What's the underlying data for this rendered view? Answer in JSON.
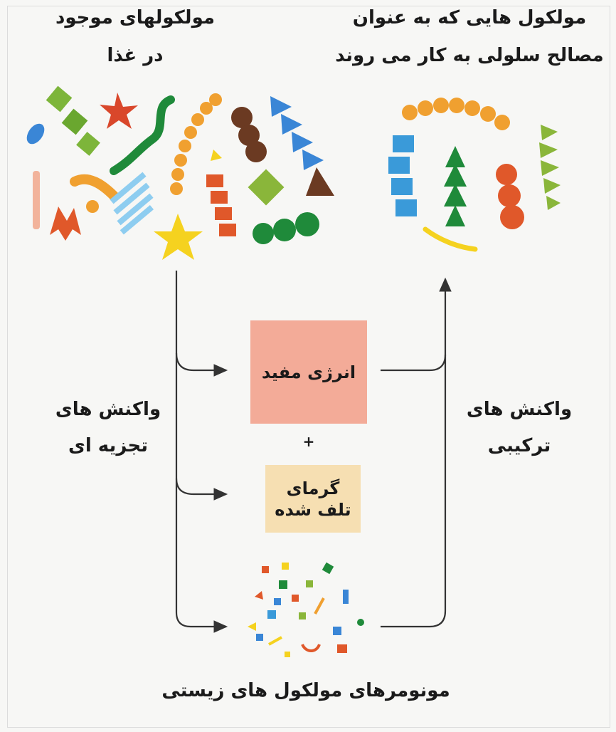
{
  "labels": {
    "food_molecules_line1": "مولکولهای موجود",
    "food_molecules_line2": "در غذا",
    "cell_molecules_line1": "مولکول هایی که به عنوان",
    "cell_molecules_line2": "مصالح سلولی به کار می روند",
    "breakdown_line1": "واکنش های",
    "breakdown_line2": "تجزیه ای",
    "synthesis_line1": "واکنش های",
    "synthesis_line2": "ترکیبی",
    "useful_energy": "انرژی مفید",
    "plus": "+",
    "heat_line1": "گرمای",
    "heat_line2": "تلف شده",
    "monomers": "مونومرهای مولکول های زیستی"
  },
  "colors": {
    "energy_box": "#f3ab98",
    "heat_box": "#f6dfb2",
    "arrow": "#333333"
  }
}
